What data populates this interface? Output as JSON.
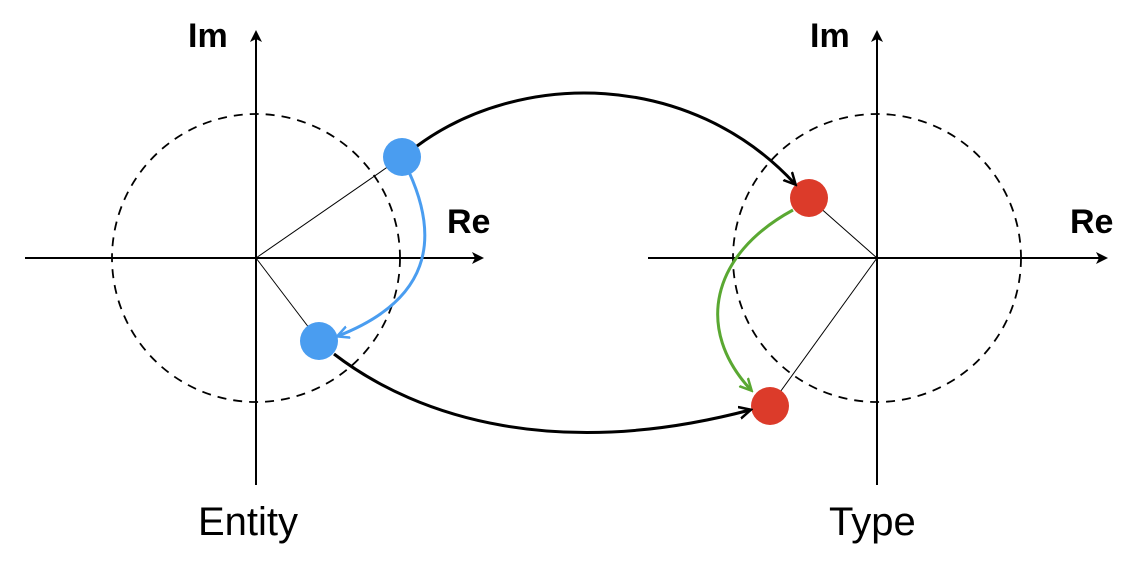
{
  "colors": {
    "entity": "#4a9df0",
    "type": "#dc3b2a",
    "entity_rotation": "#4a9df0",
    "type_rotation": "#5aa832",
    "mapping": "#000000",
    "axes": "#000000"
  },
  "entity_plane": {
    "imag_axis_label": "Im",
    "real_axis_label": "Re",
    "caption": "Entity"
  },
  "type_plane": {
    "imag_axis_label": "Im",
    "real_axis_label": "Re",
    "caption": "Type"
  }
}
